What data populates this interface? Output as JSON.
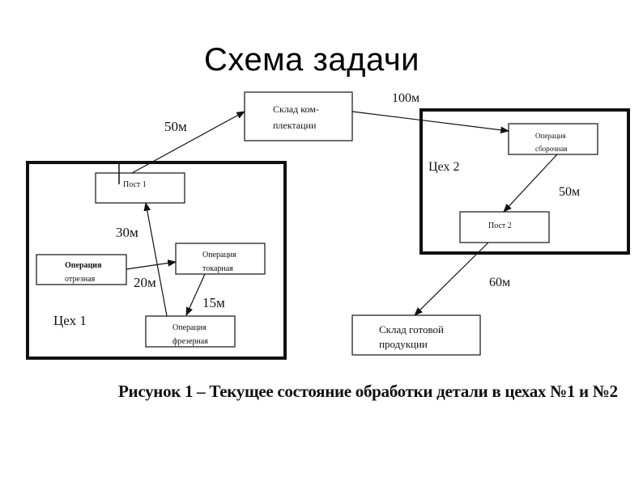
{
  "slide": {
    "title": "Схема задачи",
    "caption": "Рисунок 1 – Текущее состояние обработки детали в цехах №1 и №2"
  },
  "diagram": {
    "workshops": [
      {
        "label": "Цех 1"
      },
      {
        "label": "Цех 2"
      }
    ],
    "nodes": {
      "sklad_komplektacii": [
        "Склад ком-",
        "плектации"
      ],
      "post1": "Пост 1",
      "op_otreznaya": [
        "Операция",
        "отрезная"
      ],
      "op_tokarnaya": [
        "Операция",
        "токарная"
      ],
      "op_frezernaya": [
        "Операция",
        "фрезерная"
      ],
      "op_sborochnaya": [
        "Операция",
        "сборочная"
      ],
      "post2": "Пост 2",
      "sklad_gotovoy": [
        "Склад готовой",
        "продукции"
      ]
    },
    "distances": {
      "d50_left": "50м",
      "d100": "100м",
      "d30": "30м",
      "d20": "20м",
      "d15": "15м",
      "d50_right": "50м",
      "d60": "60м"
    },
    "colors": {
      "line": "#111111",
      "background": "#ffffff"
    }
  }
}
